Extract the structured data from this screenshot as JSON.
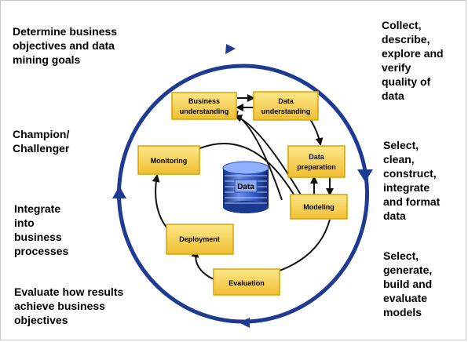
{
  "diagram": {
    "center": "Data",
    "boxes": {
      "business_understanding": [
        "Business",
        "understanding"
      ],
      "data_understanding": [
        "Data",
        "understanding"
      ],
      "data_preparation": [
        "Data",
        "preparation"
      ],
      "modeling": [
        "Modeling"
      ],
      "evaluation": [
        "Evaluation"
      ],
      "deployment": [
        "Deployment"
      ],
      "monitoring": [
        "Monitoring"
      ]
    },
    "notes": {
      "top_left": [
        "Determine business",
        "objectives and data",
        "mining goals"
      ],
      "champion": [
        "Champion/",
        "Challenger"
      ],
      "integrate": [
        "Integrate",
        "into",
        "business",
        "processes"
      ],
      "evaluate_results": [
        "Evaluate how results",
        "achieve business",
        "objectives"
      ],
      "collect": [
        "Collect,",
        "describe,",
        "explore and",
        "verify",
        "quality of",
        "data"
      ],
      "select_clean": [
        "Select,",
        "clean,",
        "construct,",
        "integrate",
        "and format",
        "data"
      ],
      "select_generate": [
        "Select,",
        "generate,",
        "build and",
        "evaluate",
        "models"
      ]
    },
    "colors": {
      "outer_cycle": "#1f3a93",
      "box_fill": "#f7cf4c",
      "box_border": "#d9a400",
      "arrow": "#111111",
      "database": "#2d4aa8"
    }
  }
}
